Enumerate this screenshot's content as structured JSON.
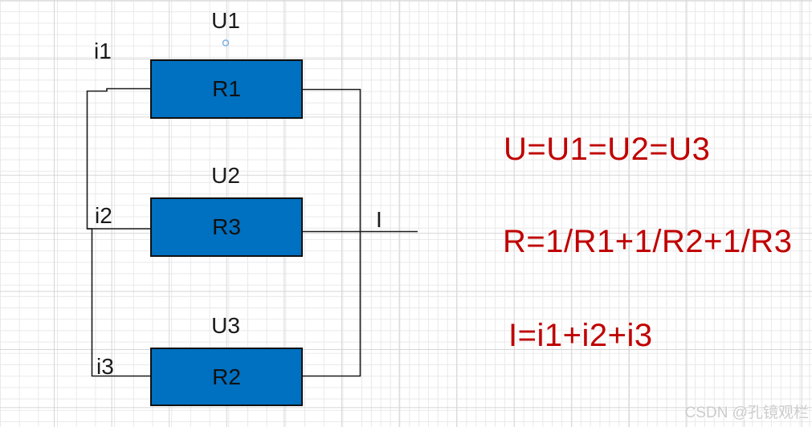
{
  "circuit": {
    "branches": [
      {
        "resistor": "R1",
        "voltage": "U1",
        "current": "i1"
      },
      {
        "resistor": "R3",
        "voltage": "U2",
        "current": "i2"
      },
      {
        "resistor": "R2",
        "voltage": "U3",
        "current": "i3"
      }
    ],
    "total_current": "I"
  },
  "formulas": {
    "voltage": "U=U1=U2=U3",
    "resistance": "R=1/R1+1/R2+1/R3",
    "current": "I=i1+i2+i3"
  },
  "watermark": "CSDN @孔镜观栏",
  "colors": {
    "resistor_fill": "#0070c0",
    "resistor_border": "#111111",
    "wire": "#1a1a1a",
    "formula_text": "#c00000",
    "handle_ring": "#7ab1e2"
  }
}
